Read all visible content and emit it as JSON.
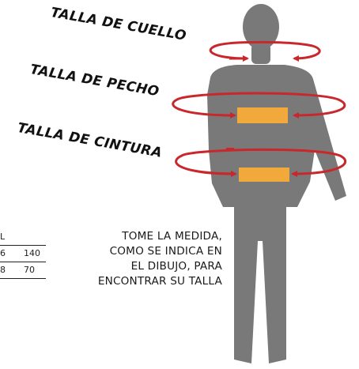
{
  "labels": {
    "neck": "TALLA DE CUELLO",
    "chest": "TALLA DE PECHO",
    "waist": "TALLA DE CINTURA"
  },
  "instruction": {
    "lines": [
      "TOME LA MEDIDA,",
      "COMO SE INDICA EN",
      "EL DIBUJO, PARA",
      "ENCONTRAR SU TALLA"
    ]
  },
  "table": {
    "header": "L",
    "rows": [
      [
        "6",
        "140"
      ],
      [
        "8",
        "70"
      ]
    ]
  },
  "colors": {
    "silhouette": "#7a7979",
    "arrows": "#c8282c",
    "bands": "#f2a93b"
  }
}
